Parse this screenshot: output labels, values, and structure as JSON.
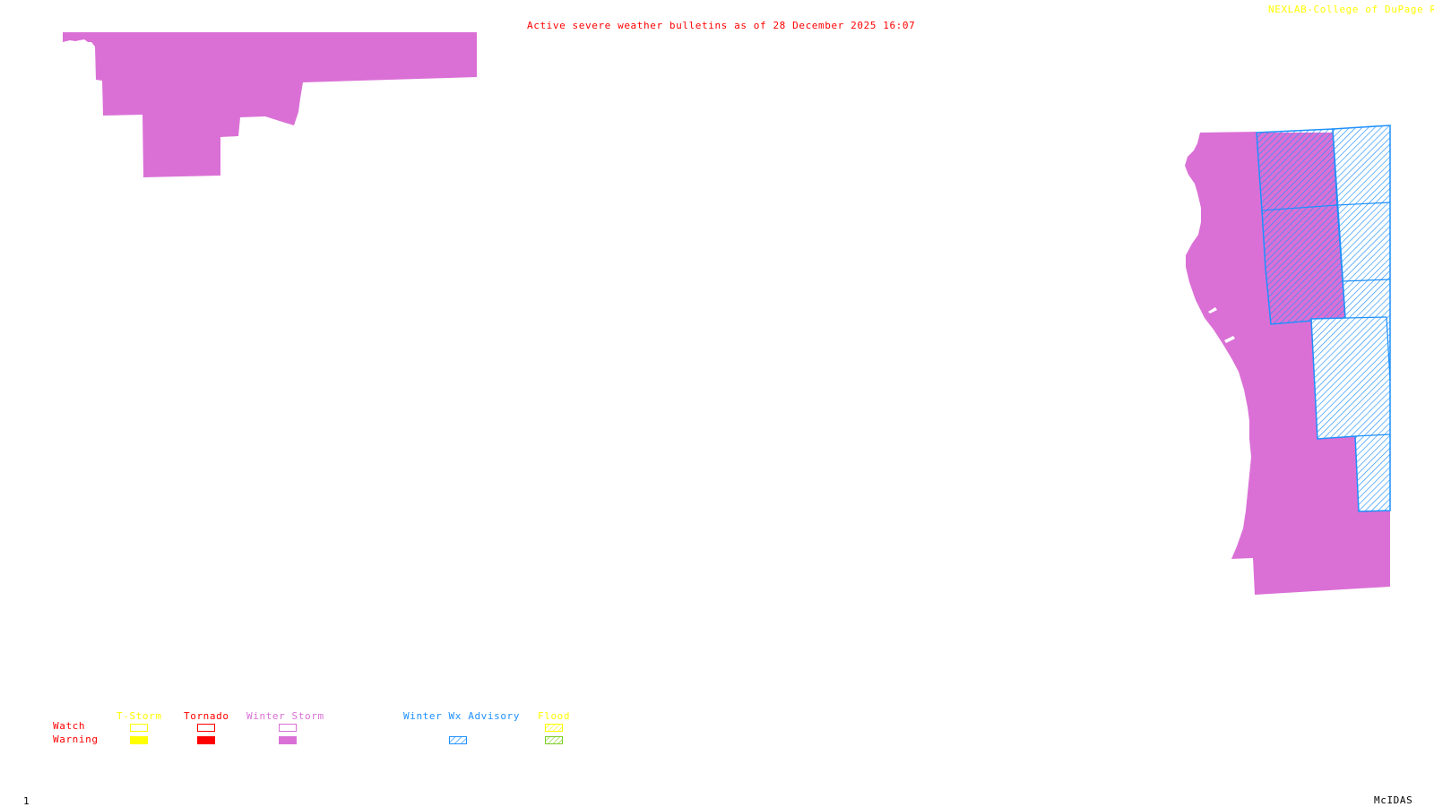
{
  "header": {
    "title": "Active severe weather bulletins as of 28 December 2025 16:07",
    "credit": "NEXLAB-College of DuPage",
    "credit_mark": "R"
  },
  "footer": {
    "frame_number": "1",
    "software": "McIDAS"
  },
  "colors": {
    "title": "#ff0000",
    "credit": "#ffff00",
    "tstorm": "#ffff00",
    "tornado": "#ff0000",
    "winter_storm": "#da70d6",
    "winter_wx_advisory": "#1e90ff",
    "flood_watch": "#ffff00",
    "flood_warning": "#7ccd20",
    "row_labels": "#ff0000",
    "footer_text": "#000000"
  },
  "legend": {
    "rows": [
      "Watch",
      "Warning"
    ],
    "columns": [
      {
        "key": "tstorm",
        "label": "T-Storm",
        "watch": "outline",
        "warning": "solid"
      },
      {
        "key": "tornado",
        "label": "Tornado",
        "watch": "outline",
        "warning": "solid"
      },
      {
        "key": "winter_storm",
        "label": "Winter Storm",
        "watch": "outline",
        "warning": "solid"
      },
      {
        "key": "winter_wx_advisory",
        "label": "Winter Wx Advisory",
        "watch": null,
        "warning": "hatched"
      },
      {
        "key": "flood",
        "label": "Flood",
        "watch": "hatched",
        "warning": "hatched"
      }
    ]
  },
  "map": {
    "alerts_shown": [
      {
        "type": "Winter Storm Warning",
        "region": "upper-left",
        "style": "solid"
      },
      {
        "type": "Winter Storm Warning",
        "region": "right",
        "style": "solid"
      },
      {
        "type": "Winter Wx Advisory",
        "region": "right",
        "style": "hatched"
      }
    ]
  }
}
